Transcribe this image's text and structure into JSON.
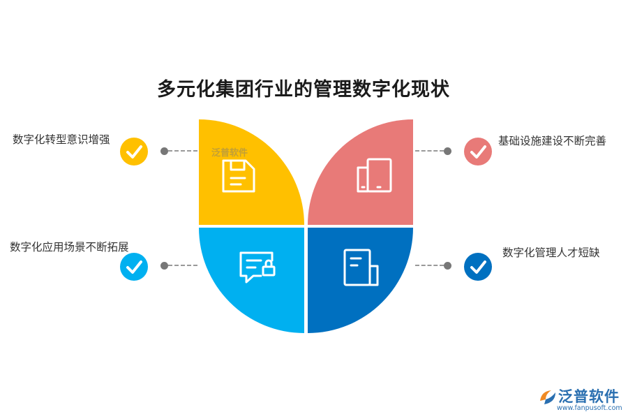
{
  "title": "多元化集团行业的管理数字化现状",
  "items": [
    {
      "label": "数字化转型意识增强",
      "color": "#FFC000",
      "icon": "floppy-disk-icon"
    },
    {
      "label": "基础设施建设不断完善",
      "color": "#E87A78",
      "icon": "tablets-icon"
    },
    {
      "label": "数字化应用场景不断拓展",
      "color": "#00B0F0",
      "icon": "chat-lock-icon"
    },
    {
      "label": "数字化管理人才短缺",
      "color": "#0070C0",
      "icon": "document-icon"
    }
  ],
  "check_icon": "checkmark-icon",
  "watermark": "泛普软件",
  "logo": {
    "name": "泛普软件",
    "url": "www.fanpusoft.com"
  }
}
